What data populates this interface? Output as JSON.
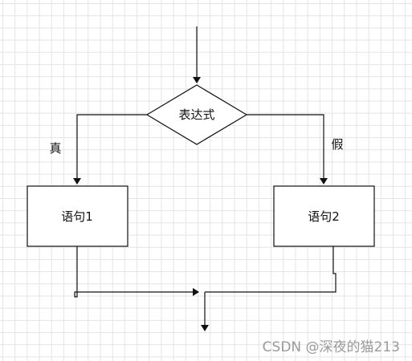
{
  "diagram": {
    "decision_label": "表达式",
    "true_branch_label": "真",
    "false_branch_label": "假",
    "statement1_label": "语句1",
    "statement2_label": "语句2"
  },
  "watermark": "CSDN @深夜的猫213",
  "colors": {
    "stroke": "#111111",
    "grid": "#e4e4e4",
    "background": "#ffffff",
    "watermark": "#9a9a9a"
  }
}
